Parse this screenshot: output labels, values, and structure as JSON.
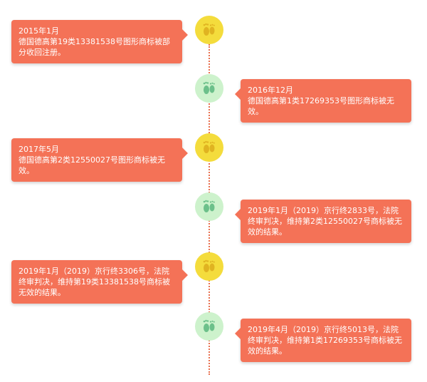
{
  "timeline": {
    "events": [
      {
        "date": "2015年1月",
        "text": "德国德高第19类13381538号图形商标被部分收回注册。",
        "node_color": "#f4dc3c",
        "icon": "footprints-icon"
      },
      {
        "date": "2016年12月",
        "text": "德国德高第1类17269353号图形商标被无效。",
        "node_color": "#cdf2cc",
        "icon": "footprints-icon"
      },
      {
        "date": "2017年5月",
        "text": "德国德高第2类12550027号图形商标被无效。",
        "node_color": "#f4dc3c",
        "icon": "footprints-icon"
      },
      {
        "date": "",
        "text": "2019年1月（2019）京行终2833号，法院终审判决，维持第2类12550027号商标被无效的结果。",
        "node_color": "#cdf2cc",
        "icon": "footprints-icon"
      },
      {
        "date": "",
        "text": "2019年1月（2019）京行终3306号，法院终审判决，维持第19类13381538号商标被无效的结果。",
        "node_color": "#f4dc3c",
        "icon": "footprints-icon"
      },
      {
        "date": "",
        "text": "2019年4月（2019）京行终5013号，法院终审判决，维持第1类17269353号商标被无效的结果。",
        "node_color": "#cdf2cc",
        "icon": "footprints-icon"
      }
    ]
  },
  "colors": {
    "card": "#f47257",
    "axis": "#e8704f",
    "node_yellow": "#f4dc3c",
    "node_green": "#cdf2cc",
    "foot_yellow": "#e0b321",
    "foot_green": "#6cc08a"
  }
}
